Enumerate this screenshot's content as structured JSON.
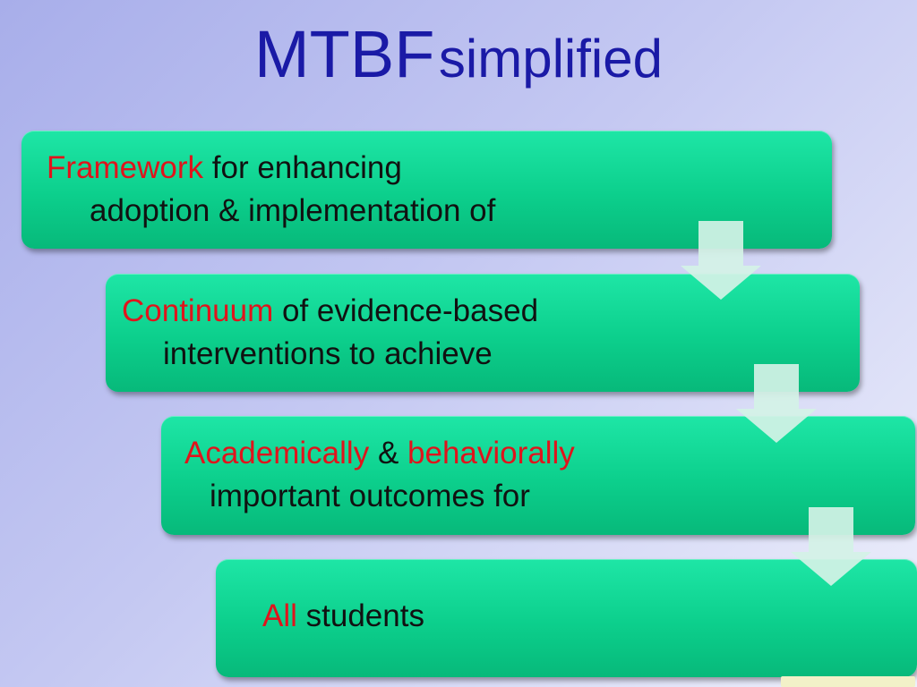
{
  "title": {
    "main": "MTBF",
    "sub": "simplified"
  },
  "steps": [
    {
      "highlight": "Framework",
      "rest": "for enhancing",
      "line2": "adoption & implementation of"
    },
    {
      "highlight": "Continuum",
      "rest": "of evidence-based",
      "line2": "interventions to achieve"
    },
    {
      "highlight": "Academically",
      "conj": "&",
      "highlight2": "behaviorally",
      "line2": "important outcomes for"
    },
    {
      "highlight": "All",
      "rest": "students"
    }
  ],
  "colors": {
    "title": "#1a1aa6",
    "highlight": "#e0141c",
    "box": "#0ccf8c",
    "arrow": "#d4f2e6"
  },
  "icons": [
    "down-arrow-icon"
  ]
}
